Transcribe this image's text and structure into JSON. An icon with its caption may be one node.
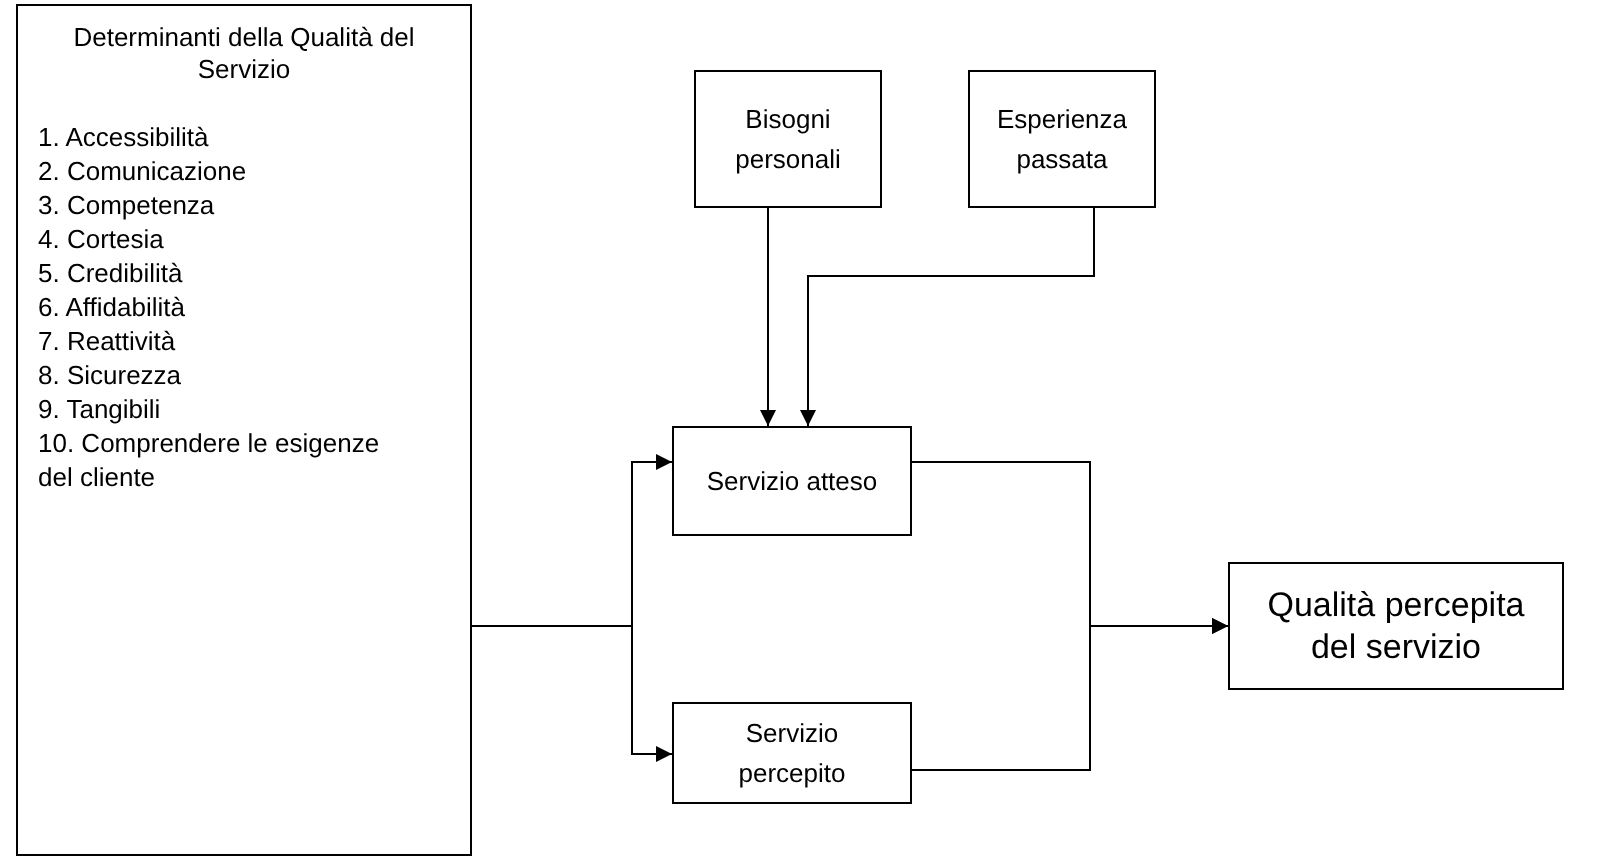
{
  "diagram": {
    "nodes": [
      {
        "text": [
          "Determinanti della Qualità del Servizio",
          "1. Accessibilità",
          "2. Comunicazione",
          "3. Competenza",
          "4. Cortesia",
          "5. Credibilità",
          "6. Affidabilità",
          "7. Reattività",
          "8. Sicurezza",
          "9. Tangibili",
          "10. Comprendere le esigenze del cliente"
        ]
      },
      {
        "text": [
          "Bisogni personali"
        ]
      },
      {
        "text": [
          "Esperienza passata"
        ]
      },
      {
        "text": [
          "Servizio atteso"
        ]
      },
      {
        "text": [
          "Servizio percepito"
        ]
      },
      {
        "text": [
          "Qualità percepita del servizio"
        ]
      }
    ],
    "edges": [
      {
        "from": 1,
        "to": 3,
        "arrow": "to"
      },
      {
        "from": 2,
        "to": 3,
        "arrow": "to"
      },
      {
        "from": 0,
        "to": 3,
        "arrow": "to"
      },
      {
        "from": 0,
        "to": 4,
        "arrow": "to"
      },
      {
        "from": 3,
        "to": 5,
        "arrow": "to"
      },
      {
        "from": 4,
        "to": 5,
        "arrow": "to"
      }
    ]
  }
}
